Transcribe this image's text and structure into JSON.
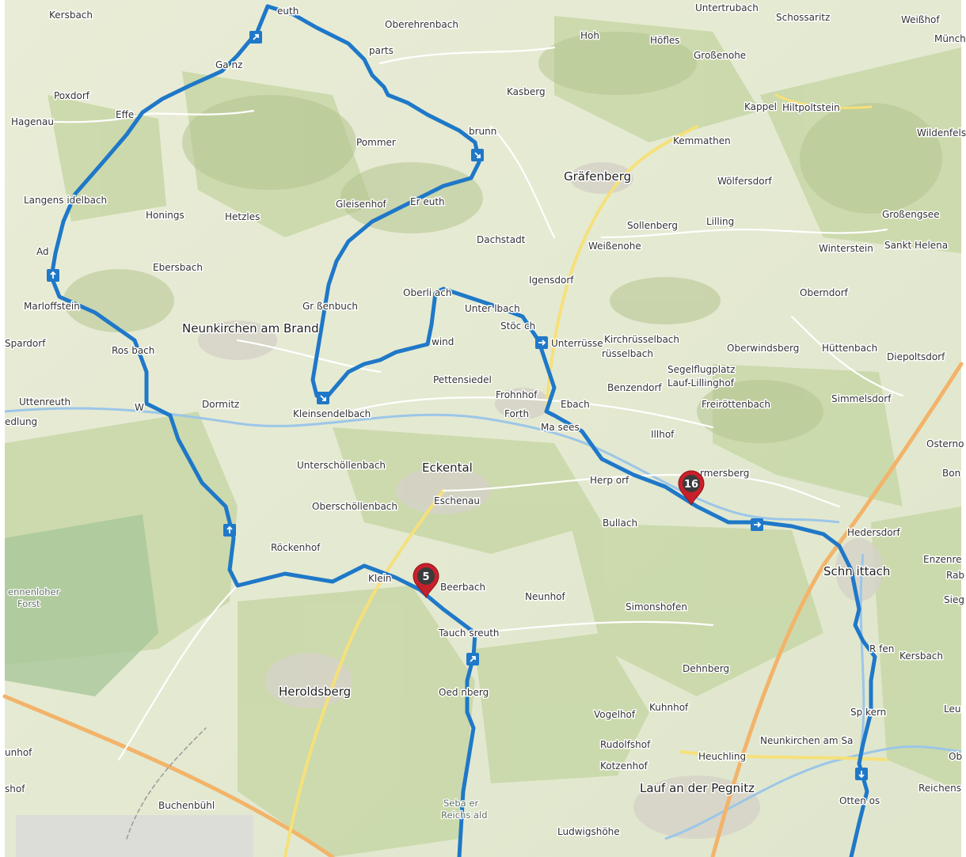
{
  "map": {
    "route_color": "#1f78c8",
    "marker_color": "#c8202b",
    "places": [
      {
        "name": "Kersbach",
        "kind": "village"
      },
      {
        "name": "euth",
        "kind": "village"
      },
      {
        "name": "Oberehrenbach",
        "kind": "village"
      },
      {
        "name": "Untertrubach",
        "kind": "village"
      },
      {
        "name": "Schossaritz",
        "kind": "village"
      },
      {
        "name": "Weißhof",
        "kind": "village"
      },
      {
        "name": "Münch",
        "kind": "village"
      },
      {
        "name": "Hoh",
        "kind": "village"
      },
      {
        "name": "Höfles",
        "kind": "village"
      },
      {
        "name": "Großenohe",
        "kind": "village"
      },
      {
        "name": "Ga  nz",
        "kind": "village"
      },
      {
        "name": "parts",
        "kind": "village"
      },
      {
        "name": "Poxdorf",
        "kind": "village"
      },
      {
        "name": "Kasberg",
        "kind": "village"
      },
      {
        "name": "Kappel",
        "kind": "village"
      },
      {
        "name": "Hiltpoltstein",
        "kind": "village"
      },
      {
        "name": "Hagenau",
        "kind": "village"
      },
      {
        "name": "Effe",
        "kind": "village"
      },
      {
        "name": "brunn",
        "kind": "village"
      },
      {
        "name": "Pommer",
        "kind": "village"
      },
      {
        "name": "Kemmathen",
        "kind": "village"
      },
      {
        "name": "Wildenfels",
        "kind": "village"
      },
      {
        "name": "Gräfenberg",
        "kind": "town"
      },
      {
        "name": "Wölfersdorf",
        "kind": "village"
      },
      {
        "name": "Langens  idelbach",
        "kind": "village"
      },
      {
        "name": "Gleisenhof",
        "kind": "village"
      },
      {
        "name": "Er   euth",
        "kind": "village"
      },
      {
        "name": "Honings",
        "kind": "village"
      },
      {
        "name": "Hetzles",
        "kind": "village"
      },
      {
        "name": "Lilling",
        "kind": "village"
      },
      {
        "name": "Sollenberg",
        "kind": "village"
      },
      {
        "name": "Großengsee",
        "kind": "village"
      },
      {
        "name": "Dachstadt",
        "kind": "village"
      },
      {
        "name": "Weißenohe",
        "kind": "village"
      },
      {
        "name": "Winterstein",
        "kind": "village"
      },
      {
        "name": "Sankt Helena",
        "kind": "village"
      },
      {
        "name": "Ad",
        "kind": "village"
      },
      {
        "name": "Ebersbach",
        "kind": "village"
      },
      {
        "name": "Igensdorf",
        "kind": "village"
      },
      {
        "name": "Oberli       ach",
        "kind": "village"
      },
      {
        "name": "Oberndorf",
        "kind": "village"
      },
      {
        "name": "Marloffstein",
        "kind": "village"
      },
      {
        "name": "Gr  ßenbuch",
        "kind": "village"
      },
      {
        "name": "Unter      lbach",
        "kind": "village"
      },
      {
        "name": "Neunkirchen am Brand",
        "kind": "town"
      },
      {
        "name": "Stöc   ch",
        "kind": "village"
      },
      {
        "name": "Kirchrüsselbach",
        "kind": "village"
      },
      {
        "name": "Unterrüsse",
        "kind": "village"
      },
      {
        "name": "rüsselbach",
        "kind": "village"
      },
      {
        "name": "Spardorf",
        "kind": "village"
      },
      {
        "name": "Ros    bach",
        "kind": "village"
      },
      {
        "name": "wind",
        "kind": "village"
      },
      {
        "name": "Oberwindsberg",
        "kind": "village"
      },
      {
        "name": "Hüttenbach",
        "kind": "village"
      },
      {
        "name": "Diepoltsdorf",
        "kind": "village"
      },
      {
        "name": "Segelflugplatz",
        "kind": "village"
      },
      {
        "name": "Lauf-Lillinghof",
        "kind": "village"
      },
      {
        "name": "Pettensiedel",
        "kind": "village"
      },
      {
        "name": "Benzendorf",
        "kind": "village"
      },
      {
        "name": "Frohnhof",
        "kind": "village"
      },
      {
        "name": "Simmelsdorf",
        "kind": "village"
      },
      {
        "name": "Uttenreuth",
        "kind": "village"
      },
      {
        "name": "W",
        "kind": "village"
      },
      {
        "name": "Dormitz",
        "kind": "village"
      },
      {
        "name": "Ebach",
        "kind": "village"
      },
      {
        "name": "Freiröttenbach",
        "kind": "village"
      },
      {
        "name": "edlung",
        "kind": "village"
      },
      {
        "name": "Kleinsendelbach",
        "kind": "village"
      },
      {
        "name": "Forth",
        "kind": "village"
      },
      {
        "name": "Ma   sees",
        "kind": "village"
      },
      {
        "name": "Illhof",
        "kind": "village"
      },
      {
        "name": "Osterno",
        "kind": "village"
      },
      {
        "name": "Unterschöllenbach",
        "kind": "village"
      },
      {
        "name": "Eckental",
        "kind": "town"
      },
      {
        "name": "rmersberg",
        "kind": "village"
      },
      {
        "name": "Bon",
        "kind": "village"
      },
      {
        "name": "Herp    orf",
        "kind": "village"
      },
      {
        "name": "Eschenau",
        "kind": "village"
      },
      {
        "name": "Oberschöllenbach",
        "kind": "village"
      },
      {
        "name": "Bullach",
        "kind": "village"
      },
      {
        "name": "Hedersdorf",
        "kind": "village"
      },
      {
        "name": "Röckenhof",
        "kind": "village"
      },
      {
        "name": "Enzenre",
        "kind": "village"
      },
      {
        "name": "Schn  ittach",
        "kind": "town"
      },
      {
        "name": "Rab",
        "kind": "village"
      },
      {
        "name": "ennenloher",
        "kind": "forest"
      },
      {
        "name": "Forst",
        "kind": "forest"
      },
      {
        "name": "Klein",
        "kind": "village"
      },
      {
        "name": "Beerbach",
        "kind": "village"
      },
      {
        "name": "Neunhof",
        "kind": "village"
      },
      {
        "name": "Sieg",
        "kind": "village"
      },
      {
        "name": "Simonshofen",
        "kind": "village"
      },
      {
        "name": "Tauch    sreuth",
        "kind": "village"
      },
      {
        "name": "R   fen",
        "kind": "village"
      },
      {
        "name": "Kersbach",
        "kind": "village"
      },
      {
        "name": "Dehnberg",
        "kind": "village"
      },
      {
        "name": "Heroldsberg",
        "kind": "town"
      },
      {
        "name": "Oed    nberg",
        "kind": "village"
      },
      {
        "name": "Kuhnhof",
        "kind": "village"
      },
      {
        "name": "Vogelhof",
        "kind": "village"
      },
      {
        "name": "Sp   kern",
        "kind": "village"
      },
      {
        "name": "Leu",
        "kind": "village"
      },
      {
        "name": "Neunkirchen am Sa",
        "kind": "village"
      },
      {
        "name": "unhof",
        "kind": "village"
      },
      {
        "name": "Rudolfshof",
        "kind": "village"
      },
      {
        "name": "Heuchling",
        "kind": "village"
      },
      {
        "name": "Ob",
        "kind": "village"
      },
      {
        "name": "Kotzenhof",
        "kind": "village"
      },
      {
        "name": "shof",
        "kind": "village"
      },
      {
        "name": "Lauf an der Pegnitz",
        "kind": "town"
      },
      {
        "name": "Reichens",
        "kind": "village"
      },
      {
        "name": "Seba   er",
        "kind": "forest"
      },
      {
        "name": "Reichs   ald",
        "kind": "forest"
      },
      {
        "name": "Otten   os",
        "kind": "village"
      },
      {
        "name": "Buchenbühl",
        "kind": "village"
      },
      {
        "name": "Ludwigshöhe",
        "kind": "village"
      }
    ],
    "markers": [
      {
        "label": "16"
      },
      {
        "label": "5"
      }
    ]
  }
}
